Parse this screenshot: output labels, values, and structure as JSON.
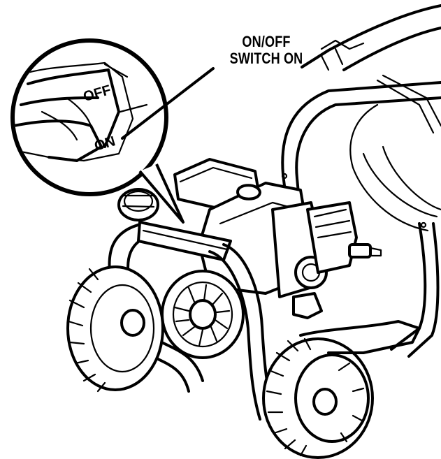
{
  "callout": {
    "line1": "ON/OFF",
    "line2": "SWITCH ON"
  },
  "switch": {
    "off_label": "OFF",
    "on_label": "ON"
  },
  "colors": {
    "ink": "#000000",
    "paper": "#ffffff"
  }
}
